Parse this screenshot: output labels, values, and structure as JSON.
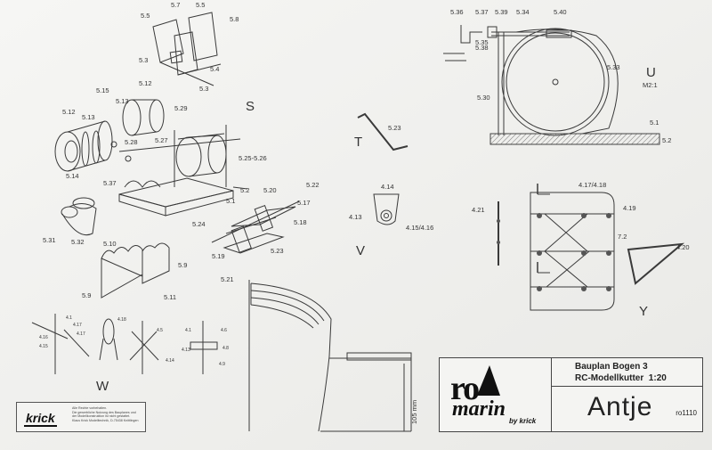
{
  "title_block": {
    "logo_ro": "ro",
    "logo_marin": "marin",
    "logo_by": "by krick",
    "sheet": "Bauplan Bogen 3",
    "model_type": "RC-Modellkutter",
    "scale": "1:20",
    "model_name": "Antje",
    "model_no": "ro1110"
  },
  "publisher": {
    "logo": "krick",
    "notice": [
      "Alle Rechte vorbehalten.",
      "Die gewerbliche Nutzung des Bauplanes und",
      "der Modellkonstruktion ist nicht gestattet.",
      "Klaus Krick Modelltechnik, D-75438 Knittlingen"
    ]
  },
  "views": {
    "S": "S",
    "T": "T",
    "U": "U",
    "U_scale": "M2:1",
    "V": "V",
    "W": "W",
    "Y": "Y"
  },
  "dimension": "105 mm",
  "part_labels": {
    "p5_7": "5.7",
    "p5_5a": "5.5",
    "p5_5b": "5.5",
    "p5_8": "5.8",
    "p5_3a": "5.3",
    "p5_4": "5.4",
    "p5_3b": "5.3",
    "p5_12a": "5.12",
    "p5_15": "5.15",
    "p5_13a": "5.13",
    "p5_12b": "5.12",
    "p5_13b": "5.13",
    "p5_29": "5.29",
    "p5_28": "5.28",
    "p5_27": "5.27",
    "p5_14": "5.14",
    "p5_37a": "5.37",
    "p5_2526": "5.25-5.26",
    "p5_2a": "5.2",
    "p5_1a": "5.1",
    "p5_24": "5.24",
    "p5_31": "5.31",
    "p5_32": "5.32",
    "p5_10": "5.10",
    "p5_9a": "5.9",
    "p5_9b": "5.9",
    "p5_11": "5.11",
    "p5_20": "5.20",
    "p5_22": "5.22",
    "p5_17": "5.17",
    "p5_18": "5.18",
    "p5_23a": "5.23",
    "p5_19": "5.19",
    "p5_21": "5.21",
    "p5_23b": "5.23",
    "p5_36": "5.36",
    "p5_37b": "5.37",
    "p5_39": "5.39",
    "p5_34": "5.34",
    "p5_40": "5.40",
    "p5_38": "5.38",
    "p5_35": "5.35",
    "p5_33": "5.33",
    "p5_30": "5.30",
    "p5_1b": "5.1",
    "p5_2b": "5.2",
    "p4_14": "4.14",
    "p4_13": "4.13",
    "p4_1516": "4.15/4.16",
    "p4_21": "4.21",
    "p4_1718": "4.17/4.18",
    "p4_19": "4.19",
    "p7_2": "7.2",
    "p4_20": "4.20",
    "pw1": "4.1",
    "pw2": "4.17",
    "pw3": "4.17",
    "pw4": "4.16",
    "pw5": "4.15",
    "pw6": "4.18",
    "pw7": "4.5",
    "pw8": "4.14",
    "pw9": "4.13",
    "pw10": "4.6",
    "pw11": "4.8",
    "pw12": "4.9",
    "pw13": "4.1"
  },
  "colors": {
    "paper": "#f2f2f0",
    "ink": "#333333"
  }
}
